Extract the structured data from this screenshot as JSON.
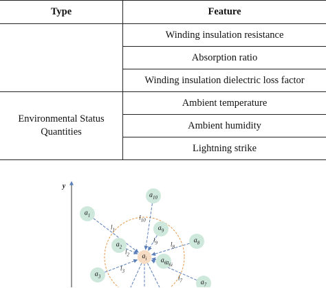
{
  "table": {
    "headers": {
      "type": "Type",
      "feature": "Feature"
    },
    "groups": [
      {
        "type": "",
        "features": [
          "Winding insulation resistance",
          "Absorption ratio",
          "Winding insulation dielectric loss factor"
        ]
      },
      {
        "type_lines": [
          "Environmental Status",
          "Quantities"
        ],
        "features": [
          "Ambient temperature",
          "Ambient humidity",
          "Lightning strike"
        ]
      }
    ]
  },
  "diagram": {
    "axis_y": "y",
    "center": "a",
    "center_sub": "i",
    "nodes": [
      {
        "id": "a1",
        "base": "a",
        "sub": "1"
      },
      {
        "id": "a10",
        "base": "a",
        "sub": "10"
      },
      {
        "id": "a9",
        "base": "a",
        "sub": "9"
      },
      {
        "id": "a8",
        "base": "a",
        "sub": "8"
      },
      {
        "id": "a2",
        "base": "a",
        "sub": "2"
      },
      {
        "id": "a6",
        "base": "a",
        "sub": "6"
      },
      {
        "id": "a3",
        "base": "a",
        "sub": "3"
      },
      {
        "id": "a7",
        "base": "a",
        "sub": "7"
      }
    ],
    "edge_labels": [
      {
        "base": "l",
        "sub": "10"
      },
      {
        "base": "l",
        "sub": "1"
      },
      {
        "base": "l",
        "sub": "9"
      },
      {
        "base": "l",
        "sub": "8"
      },
      {
        "base": "l",
        "sub": "2"
      },
      {
        "base": "l",
        "sub": "3"
      },
      {
        "base": "l",
        "sub": "7"
      }
    ],
    "extra_label": {
      "base": "a",
      "sub": "6i"
    },
    "colors": {
      "node_fill": "#cfe8dc",
      "center_fill": "#f6dcc2",
      "edge": "#5b7fb8",
      "circle": "#e59a4d"
    }
  }
}
